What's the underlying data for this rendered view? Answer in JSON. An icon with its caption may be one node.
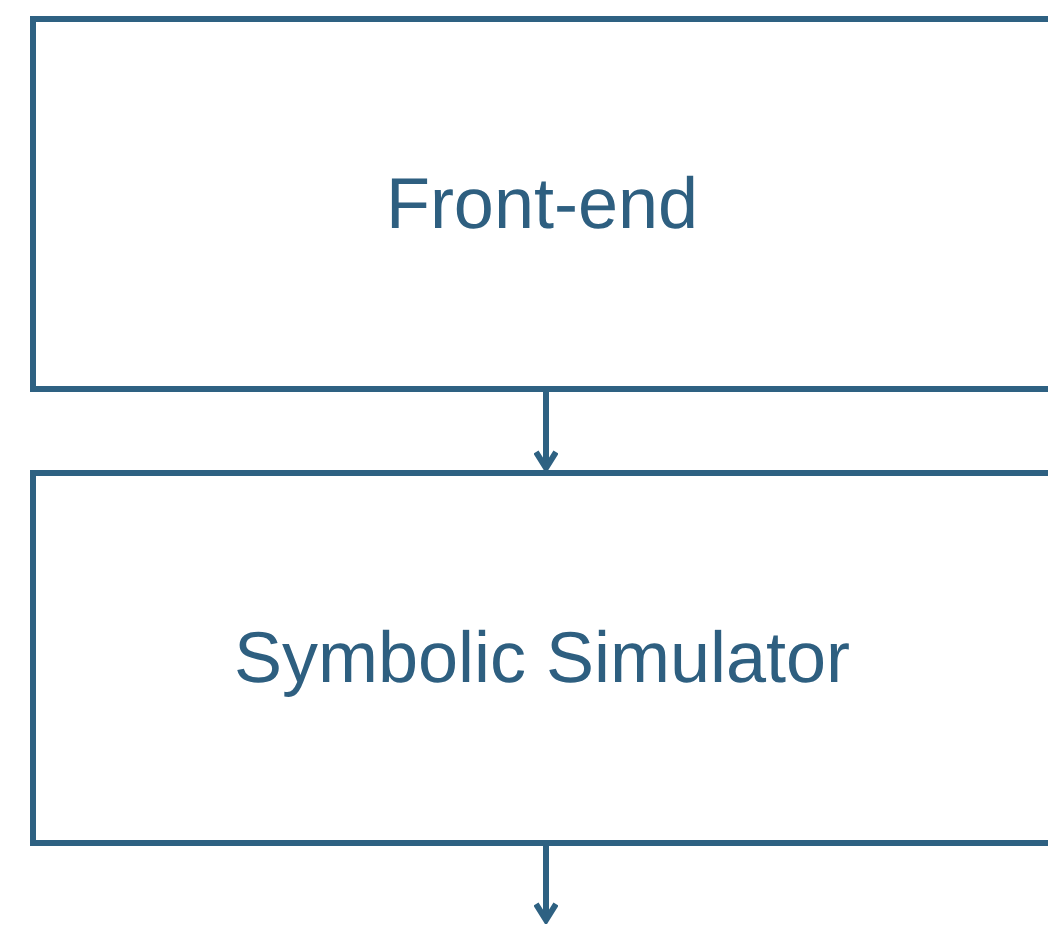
{
  "diagram": {
    "nodes": [
      {
        "text": [
          "Front-end"
        ]
      },
      {
        "text": [
          "Symbolic Simulator"
        ]
      }
    ],
    "edges": [
      {
        "from": 0,
        "to": 1,
        "arrow": "to"
      },
      {
        "from": 1,
        "to": null,
        "arrow": "to"
      }
    ]
  }
}
